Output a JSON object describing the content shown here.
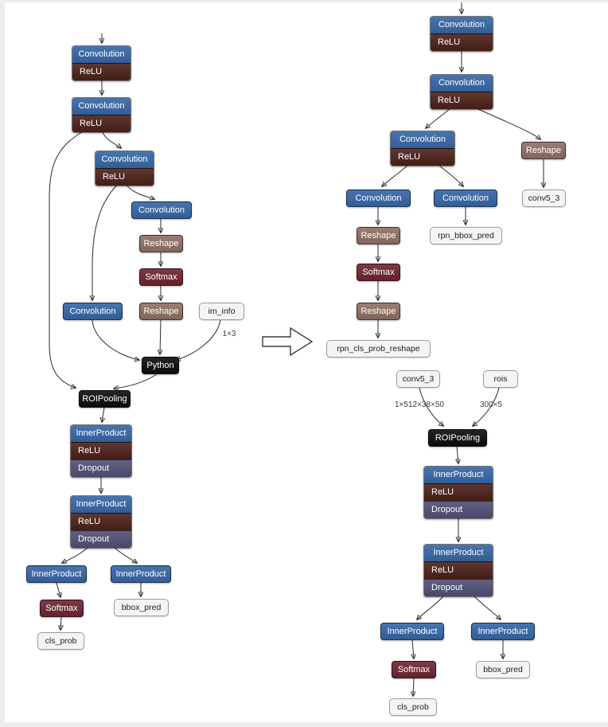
{
  "diagram": {
    "labels": {
      "convolution": "Convolution",
      "relu": "ReLU",
      "reshape": "Reshape",
      "softmax": "Softmax",
      "dropout": "Dropout",
      "innerproduct": "InnerProduct",
      "python": "Python",
      "roipooling": "ROIPooling"
    },
    "blobs": {
      "im_info": "im_info",
      "conv5_3": "conv5_3",
      "rpn_bbox_pred": "rpn_bbox_pred",
      "rpn_cls_prob_reshape": "rpn_cls_prob_reshape",
      "rois": "rois",
      "bbox_pred": "bbox_pred",
      "cls_prob": "cls_prob"
    },
    "dims": {
      "im_info": "1×3",
      "roi_feature": "1×512×38×50",
      "rois": "300×5"
    },
    "colors": {
      "layer_blue": "#3465a4",
      "relu_dark_brown": "#4a2018",
      "reshape_brown": "#8d6e63",
      "softmax_maroon": "#6d2430",
      "dropout_slate": "#4f4e73",
      "python_black": "#0c0c0c",
      "blob_bg": "#f4f4f4",
      "blob_border": "#9c9c9c",
      "edge": "#2b2b2b"
    }
  }
}
